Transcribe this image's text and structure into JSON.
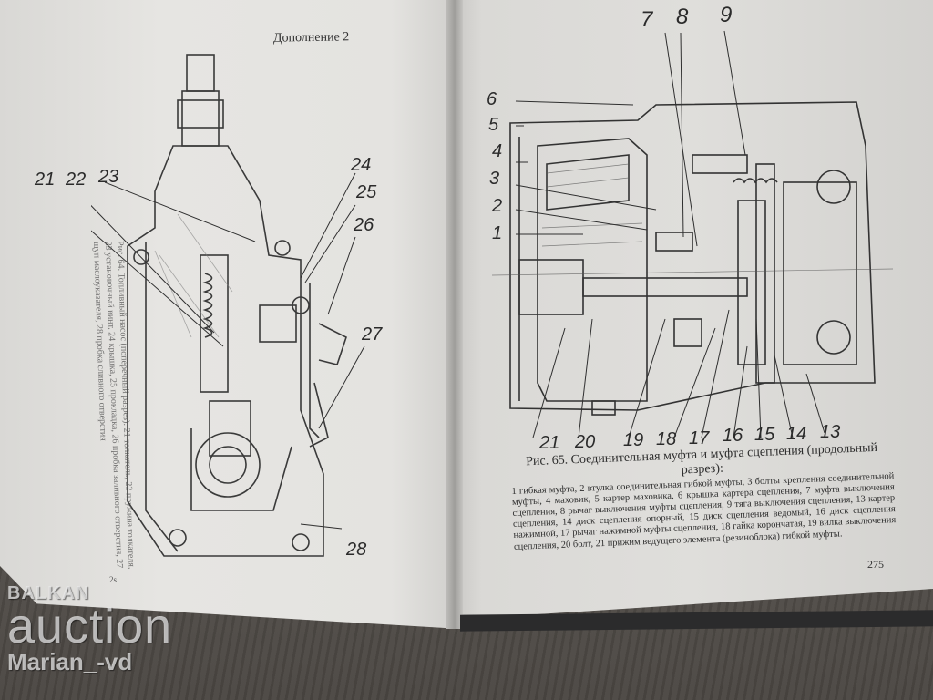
{
  "left_page": {
    "header": "Дополнение 2",
    "labels": [
      "21",
      "22",
      "23",
      "24",
      "25",
      "26",
      "27",
      "28"
    ],
    "caption": "Рис. 64. Топливный насос (поперечный разрез): 21 толкатель, 22 пружина толкателя, 23 установочный винт, 24 крышка, 25 прокладка, 26 пробка заливного отверстия, 27 щуп маслоуказателя, 28 пробка сливного отверстия",
    "signature": "2s"
  },
  "right_page": {
    "labels_top": [
      "7",
      "8",
      "9"
    ],
    "labels_left": [
      "6",
      "5",
      "4",
      "3",
      "2",
      "1"
    ],
    "labels_bottom": [
      "21",
      "20",
      "19",
      "18",
      "17",
      "16",
      "15",
      "14",
      "13"
    ],
    "caption_title": "Рис. 65. Соединительная муфта и муфта сцепления (продольный разрез):",
    "caption_body": "1 гибкая муфта, 2 втулка соединительная гибкой муфты, 3 болты крепления соединительной муфты, 4 маховик, 5 картер маховика, 6 крышка картера сцепления, 7 муфта выключения сцепления, 8 рычаг выключения муфты сцепления, 9 тяга выключения сцепления, 13 картер сцепления, 14 диск сцепления опорный, 15 диск сцепления ведомый, 16 диск сцепления нажимной, 17 рычаг нажимной муфты сцепления, 18 гайка корончатая, 19 вилка выключения сцепления, 20 болт, 21 прижим ведущего элемента (резиноблока) гибкой муфты.",
    "page_number": "275"
  },
  "watermark": {
    "line1": "BALKAN",
    "line2": "auction",
    "line3": "Marian_-vd"
  }
}
